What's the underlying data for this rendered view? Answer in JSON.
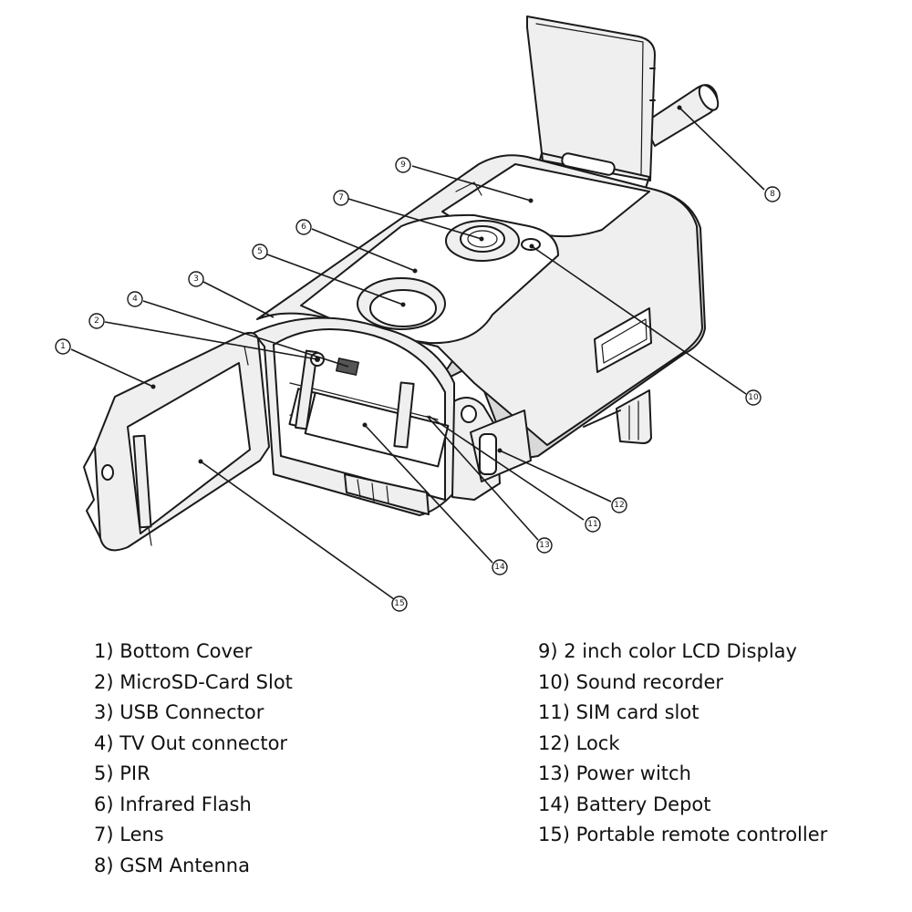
{
  "diagram": {
    "callouts": [
      "1",
      "2",
      "3",
      "4",
      "5",
      "6",
      "7",
      "8",
      "9",
      "10",
      "11",
      "12",
      "13",
      "14",
      "15"
    ]
  },
  "legend": {
    "left": [
      {
        "num": "1)",
        "label": "Bottom Cover"
      },
      {
        "num": "2)",
        "label": "MicroSD-Card Slot"
      },
      {
        "num": "3)",
        "label": "USB Connector"
      },
      {
        "num": "4)",
        "label": "TV Out connector"
      },
      {
        "num": "5)",
        "label": "PIR"
      },
      {
        "num": "6)",
        "label": "Infrared Flash"
      },
      {
        "num": "7)",
        "label": "Lens"
      },
      {
        "num": "8)",
        "label": "GSM Antenna"
      }
    ],
    "right": [
      {
        "num": "9)",
        "label": "2 inch color LCD Display"
      },
      {
        "num": "10)",
        "label": "Sound recorder"
      },
      {
        "num": "11)",
        "label": "SIM card slot"
      },
      {
        "num": "12)",
        "label": "Lock"
      },
      {
        "num": "13)",
        "label": "Power witch"
      },
      {
        "num": "14)",
        "label": "Battery Depot"
      },
      {
        "num": "15)",
        "label": "Portable remote controller"
      }
    ]
  }
}
